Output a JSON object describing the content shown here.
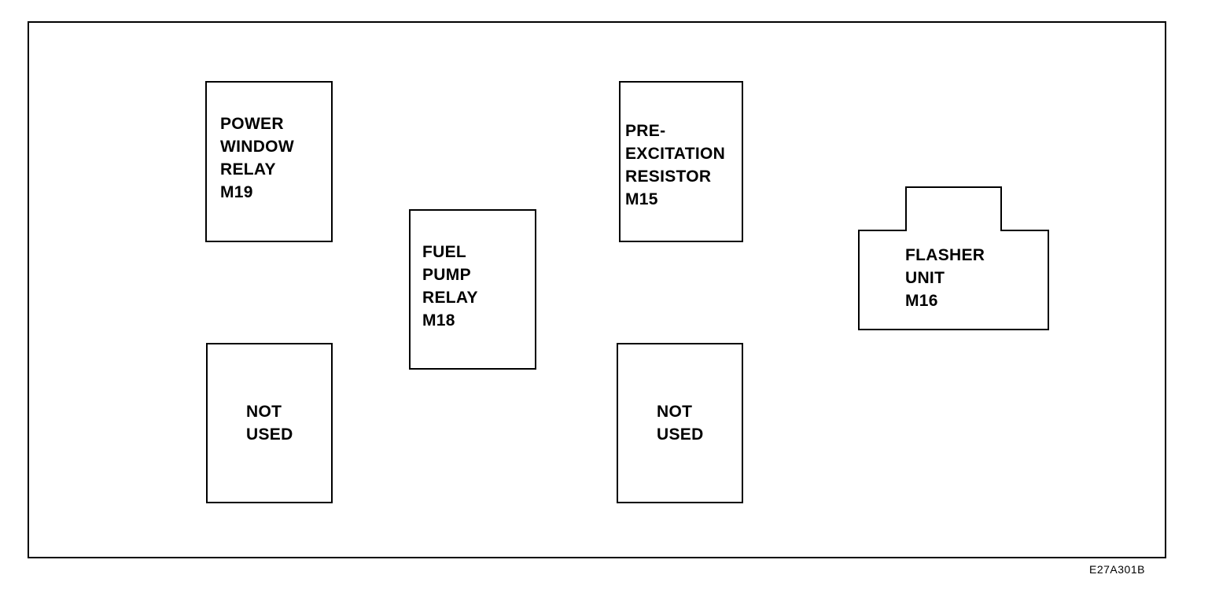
{
  "components": {
    "power_window_relay": {
      "lines": [
        "POWER",
        "WINDOW",
        "RELAY",
        "M19"
      ]
    },
    "fuel_pump_relay": {
      "lines": [
        "FUEL",
        "PUMP",
        "RELAY",
        "M18"
      ]
    },
    "pre_excitation_resistor": {
      "lines": [
        "PRE-",
        "EXCITATION",
        "RESISTOR",
        "M15"
      ]
    },
    "flasher_unit": {
      "lines": [
        "FLASHER",
        "UNIT",
        "M16"
      ]
    },
    "not_used_left": {
      "lines": [
        "NOT",
        "USED"
      ]
    },
    "not_used_right": {
      "lines": [
        "NOT",
        "USED"
      ]
    }
  },
  "figure_code": "E27A301B",
  "colors": {
    "line": "#000000",
    "background": "#ffffff"
  }
}
